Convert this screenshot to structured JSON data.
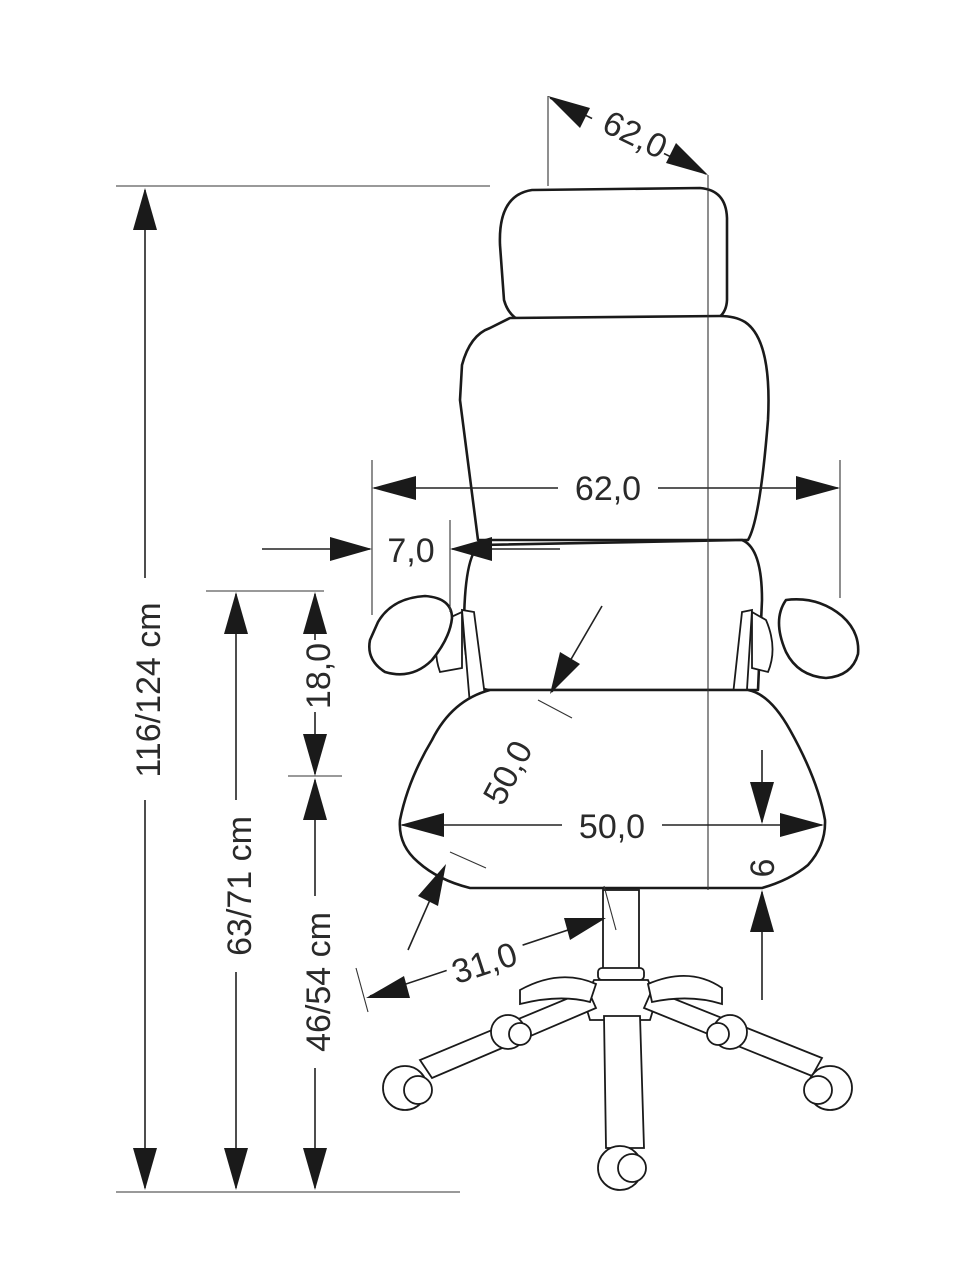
{
  "colors": {
    "line": "#1a1a1a",
    "text": "#2a2a2a",
    "background": "#ffffff"
  },
  "dimensions": {
    "total_height": "116/124 cm",
    "armrest_height": "63/71 cm",
    "seat_height": "46/54 cm",
    "backrest_low": "18,0",
    "total_width": "62,0",
    "armrest_offset": "7,0",
    "total_depth": "62,0",
    "seat_depth": "50,0",
    "seat_width": "50,0",
    "seat_thickness": "6",
    "base_radius": "31,0"
  }
}
